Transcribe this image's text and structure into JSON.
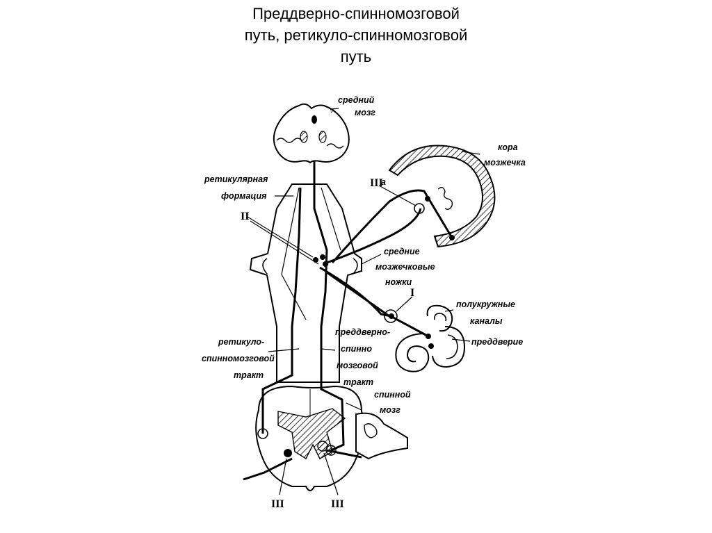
{
  "title": {
    "line1": "Преддверно-спинномозговой",
    "line2": "путь, ретикуло-спинномозговой",
    "line3": "путь"
  },
  "labels": {
    "midbrain_1": "средний",
    "midbrain_2": "мозг",
    "cortex_1": "кора",
    "cortex_2": "мозжечка",
    "reticular_1": "ретикулярная",
    "reticular_2": "формация",
    "roman_IIIa": "III",
    "roman_IIIa_suffix": "а",
    "roman_II": "II",
    "peduncles_1": "средние",
    "peduncles_2": "мозжечковые",
    "peduncles_3": "ножки",
    "roman_I": "I",
    "canals_1": "полукружные",
    "canals_2": "каналы",
    "vestibule": "преддверие",
    "reticulospinal_1": "ретикуло-",
    "reticulospinal_2": "спинномозговой",
    "reticulospinal_3": "тракт",
    "vestibulospinal_1": "преддверно-",
    "vestibulospinal_2": "спинно",
    "vestibulospinal_3": "мозговой",
    "vestibulospinal_4": "тракт",
    "spinal_1": "спинной",
    "spinal_2": "мозг",
    "roman_III_left": "III",
    "roman_III_right": "III"
  }
}
